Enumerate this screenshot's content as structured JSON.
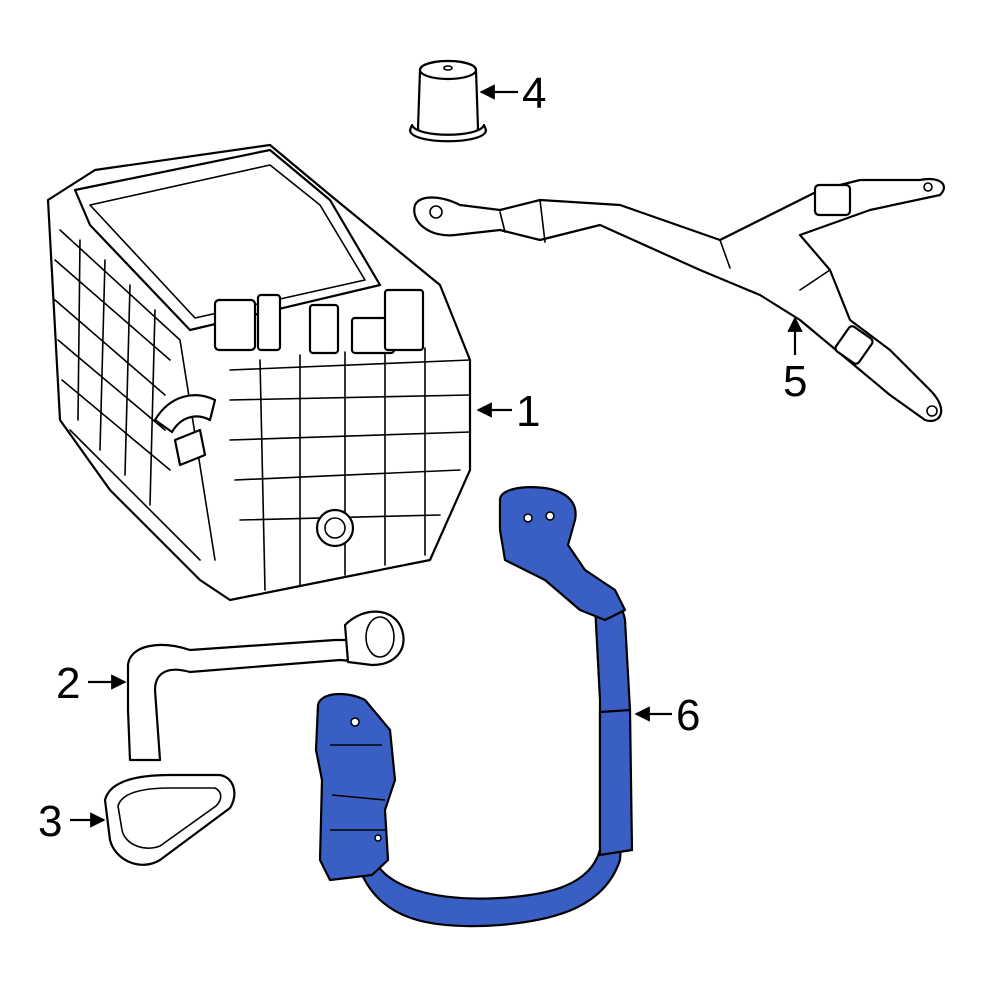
{
  "callouts": [
    {
      "id": "1",
      "label": "1"
    },
    {
      "id": "2",
      "label": "2"
    },
    {
      "id": "3",
      "label": "3"
    },
    {
      "id": "4",
      "label": "4"
    },
    {
      "id": "5",
      "label": "5"
    },
    {
      "id": "6",
      "label": "6"
    }
  ],
  "colors": {
    "highlight": "#3a5fc4",
    "outline": "#000000",
    "background": "#ffffff"
  }
}
